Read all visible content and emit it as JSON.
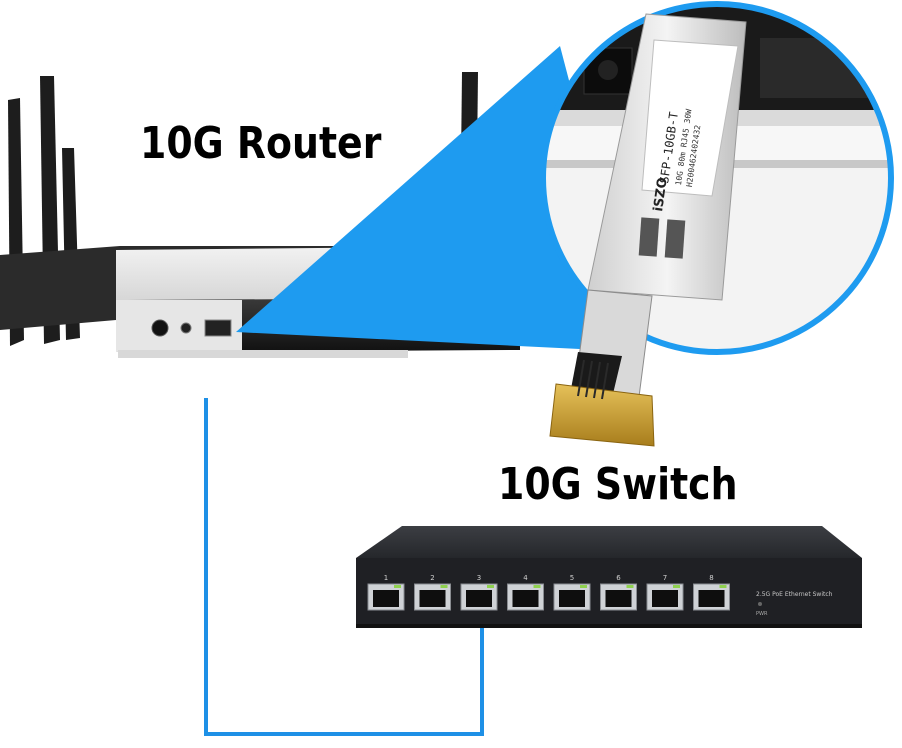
{
  "router": {
    "title": "10G Router"
  },
  "switch": {
    "title": "10G Switch",
    "port_numbers": [
      "1",
      "2",
      "3",
      "4",
      "5",
      "6",
      "7",
      "8"
    ],
    "model_label": "2.5G PoE Ethernet Switch",
    "pwr_label": "PWR"
  },
  "sfp_module": {
    "model": "SFP-10GB-T",
    "spec": "10G 80m RJ45 30W",
    "serial": "H200462402432",
    "brand": "iSZO"
  },
  "colors": {
    "cable": "#1e90e6",
    "zoom_callout": "#1e9bf0",
    "switch_body": "#2a2c30",
    "router_body": "#e4e4e4",
    "connector_gold": "#c9a033"
  }
}
